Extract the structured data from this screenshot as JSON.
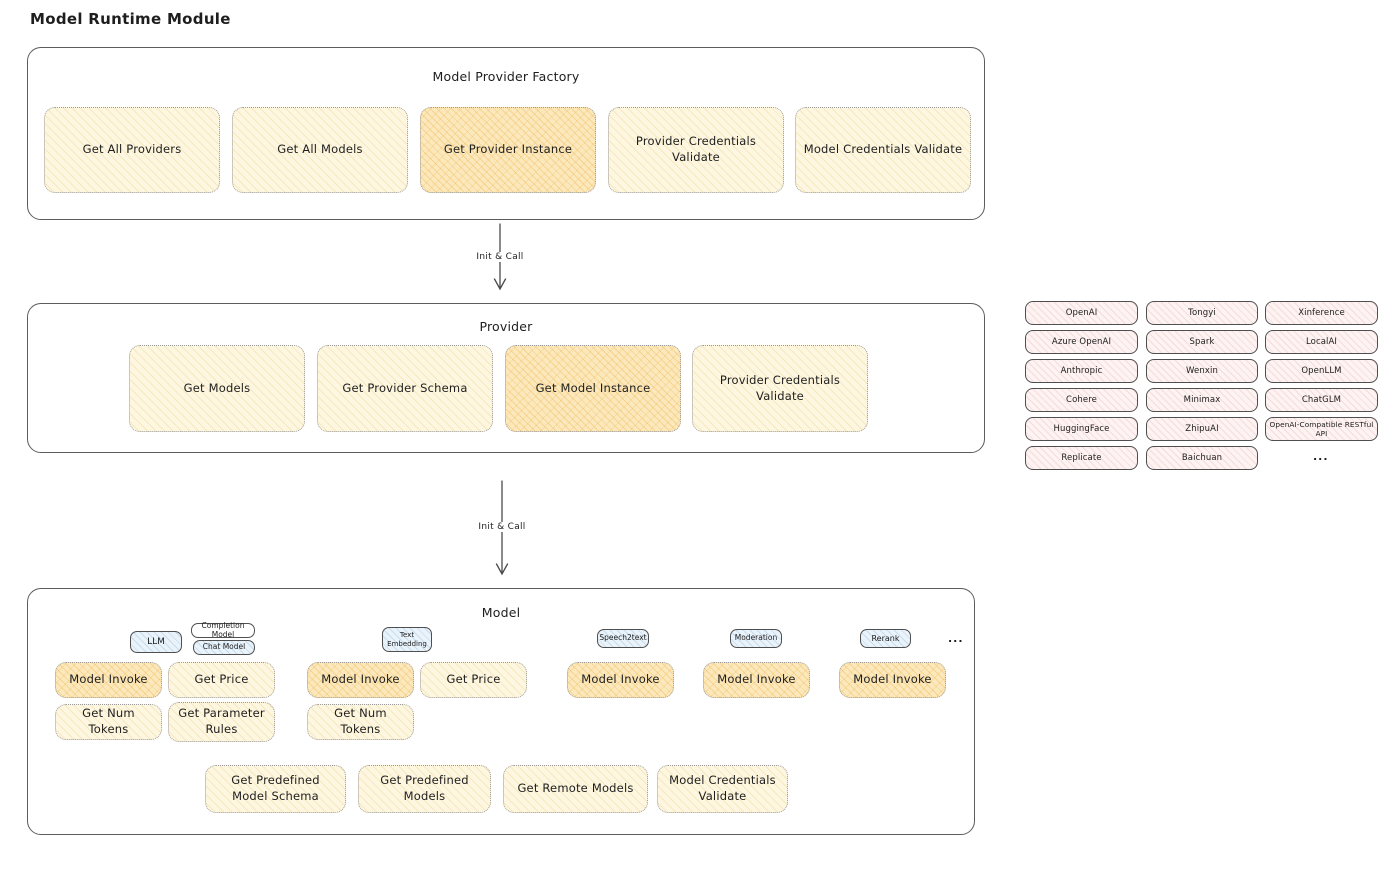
{
  "page": {
    "title": "Model Runtime Module"
  },
  "arrows": {
    "label": "Init & Call"
  },
  "factory": {
    "title": "Model Provider Factory",
    "buttons": [
      {
        "label": "Get All Providers"
      },
      {
        "label": "Get All Models"
      },
      {
        "label": "Get Provider Instance"
      },
      {
        "label": "Provider Credentials Validate"
      },
      {
        "label": "Model Credentials Validate"
      }
    ]
  },
  "provider": {
    "title": "Provider",
    "buttons": [
      {
        "label": "Get Models"
      },
      {
        "label": "Get Provider Schema"
      },
      {
        "label": "Get Model Instance"
      },
      {
        "label": "Provider Credentials Validate"
      }
    ]
  },
  "providers_list": {
    "rows": [
      [
        "OpenAI",
        "Tongyi",
        "Xinference"
      ],
      [
        "Azure OpenAI",
        "Spark",
        "LocalAI"
      ],
      [
        "Anthropic",
        "Wenxin",
        "OpenLLM"
      ],
      [
        "Cohere",
        "Minimax",
        "ChatGLM"
      ],
      [
        "HuggingFace",
        "ZhipuAI",
        "OpenAI-Compatible RESTful API"
      ],
      [
        "Replicate",
        "Baichuan"
      ]
    ],
    "more": "..."
  },
  "model": {
    "title": "Model",
    "tags": {
      "llm": "LLM",
      "completion": "Completion Model",
      "chat": "Chat Model",
      "text_embedding": "Text Embedding",
      "speech2text": "Speech2text",
      "moderation": "Moderation",
      "rerank": "Rerank",
      "more": "..."
    },
    "buttons": {
      "model_invoke": "Model Invoke",
      "get_price": "Get Price",
      "get_num_tokens": "Get Num Tokens",
      "get_parameter_rules": "Get Parameter Rules",
      "get_predefined_model_schema": "Get Predefined Model Schema",
      "get_predefined_models": "Get Predefined Models",
      "get_remote_models": "Get Remote Models",
      "model_credentials_validate": "Model Credentials Validate"
    }
  }
}
